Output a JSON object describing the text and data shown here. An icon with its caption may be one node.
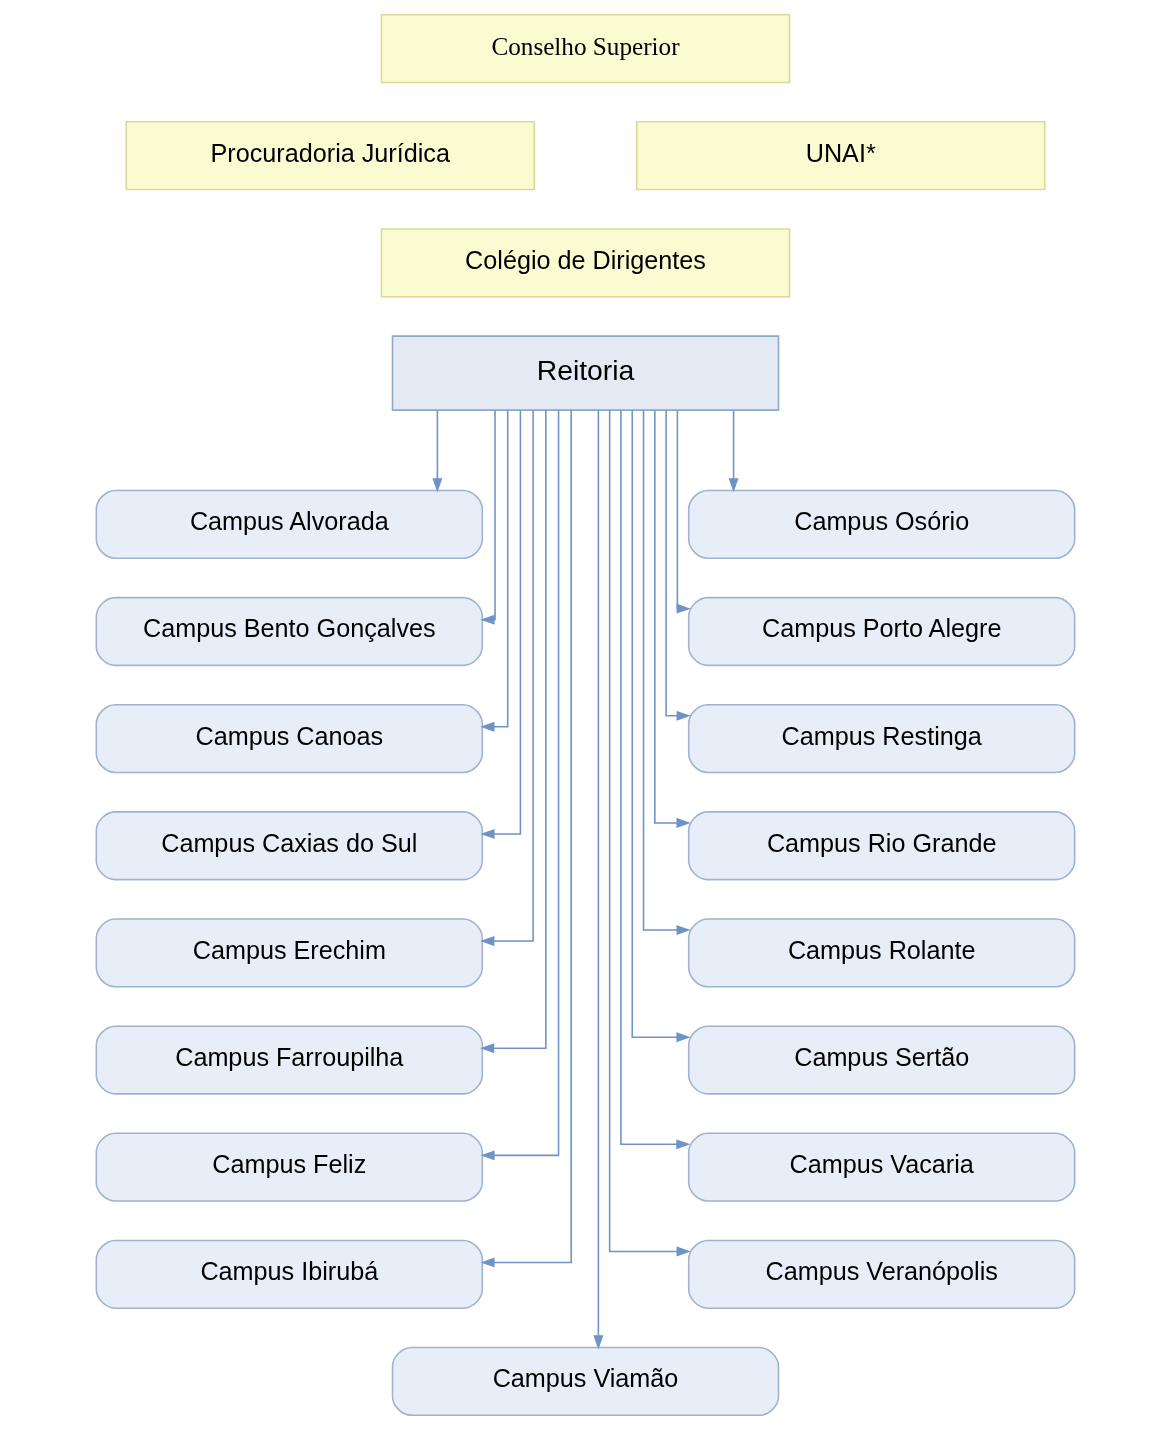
{
  "diagram": {
    "nodes": [
      {
        "text": [
          "Conselho Superior"
        ]
      },
      {
        "text": [
          "Procuradoria Jurídica"
        ]
      },
      {
        "text": [
          "UNAI*"
        ]
      },
      {
        "text": [
          "Colégio de Dirigentes"
        ]
      },
      {
        "text": [
          "Reitoria"
        ]
      },
      {
        "text": [
          "Campus Alvorada"
        ]
      },
      {
        "text": [
          "Campus Osório"
        ]
      },
      {
        "text": [
          "Campus Bento Gonçalves"
        ]
      },
      {
        "text": [
          "Campus Porto Alegre"
        ]
      },
      {
        "text": [
          "Campus Canoas"
        ]
      },
      {
        "text": [
          "Campus Restinga"
        ]
      },
      {
        "text": [
          "Campus Caxias do Sul"
        ]
      },
      {
        "text": [
          "Campus Rio Grande"
        ]
      },
      {
        "text": [
          "Campus Erechim"
        ]
      },
      {
        "text": [
          "Campus Rolante"
        ]
      },
      {
        "text": [
          "Campus Farroupilha"
        ]
      },
      {
        "text": [
          "Campus Sertão"
        ]
      },
      {
        "text": [
          "Campus Feliz"
        ]
      },
      {
        "text": [
          "Campus Vacaria"
        ]
      },
      {
        "text": [
          "Campus Ibirubá"
        ]
      },
      {
        "text": [
          "Campus Veranópolis"
        ]
      },
      {
        "text": [
          "Campus Viamão"
        ]
      }
    ],
    "edges": [
      {
        "from": 4,
        "to": 5,
        "arrow": "to"
      },
      {
        "from": 4,
        "to": 6,
        "arrow": "to"
      },
      {
        "from": 4,
        "to": 7,
        "arrow": "to"
      },
      {
        "from": 4,
        "to": 8,
        "arrow": "to"
      },
      {
        "from": 4,
        "to": 9,
        "arrow": "to"
      },
      {
        "from": 4,
        "to": 10,
        "arrow": "to"
      },
      {
        "from": 4,
        "to": 11,
        "arrow": "to"
      },
      {
        "from": 4,
        "to": 12,
        "arrow": "to"
      },
      {
        "from": 4,
        "to": 13,
        "arrow": "to"
      },
      {
        "from": 4,
        "to": 14,
        "arrow": "to"
      },
      {
        "from": 4,
        "to": 15,
        "arrow": "to"
      },
      {
        "from": 4,
        "to": 16,
        "arrow": "to"
      },
      {
        "from": 4,
        "to": 17,
        "arrow": "to"
      },
      {
        "from": 4,
        "to": 18,
        "arrow": "to"
      },
      {
        "from": 4,
        "to": 19,
        "arrow": "to"
      },
      {
        "from": 4,
        "to": 20,
        "arrow": "to"
      },
      {
        "from": 4,
        "to": 21,
        "arrow": "to"
      }
    ]
  }
}
